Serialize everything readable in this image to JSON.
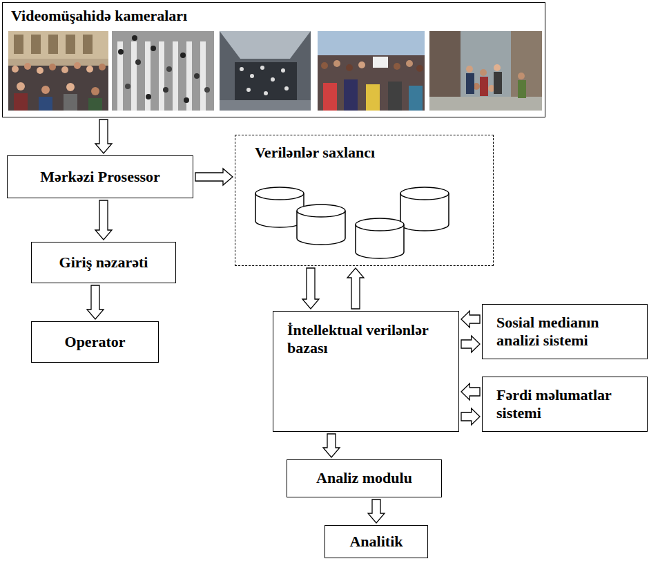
{
  "diagram": {
    "nodes": [
      {
        "text": [
          "Videomüşahidə kameraları"
        ]
      },
      {
        "text": [
          "Mərkəzi Prosessor"
        ]
      },
      {
        "text": [
          "Verilənlər saxlancı"
        ]
      },
      {
        "text": [
          "Giriş nəzarəti"
        ]
      },
      {
        "text": [
          "İntellektual verilənlər bazası"
        ]
      },
      {
        "text": [
          "Sosial medianın analizi sistemi"
        ]
      },
      {
        "text": [
          "Operator"
        ]
      },
      {
        "text": [
          "Fərdi məlumatlar sistemi"
        ]
      },
      {
        "text": [
          "Analiz modulu"
        ]
      },
      {
        "text": [
          "Analitik"
        ]
      }
    ],
    "edges": [
      {
        "from": 0,
        "to": 1,
        "arrow": "to"
      },
      {
        "from": 1,
        "to": 2,
        "arrow": "to"
      },
      {
        "from": 1,
        "to": 3,
        "arrow": "to"
      },
      {
        "from": 3,
        "to": 6,
        "arrow": "to"
      },
      {
        "from": 2,
        "to": 4,
        "arrow": "to"
      },
      {
        "from": 4,
        "to": 2,
        "arrow": "to"
      },
      {
        "from": 5,
        "to": 4,
        "arrow": "to"
      },
      {
        "from": 4,
        "to": 5,
        "arrow": "to"
      },
      {
        "from": 7,
        "to": 4,
        "arrow": "to"
      },
      {
        "from": 4,
        "to": 7,
        "arrow": "to"
      },
      {
        "from": 4,
        "to": 8,
        "arrow": "to"
      },
      {
        "from": 8,
        "to": 9,
        "arrow": "to"
      }
    ]
  }
}
